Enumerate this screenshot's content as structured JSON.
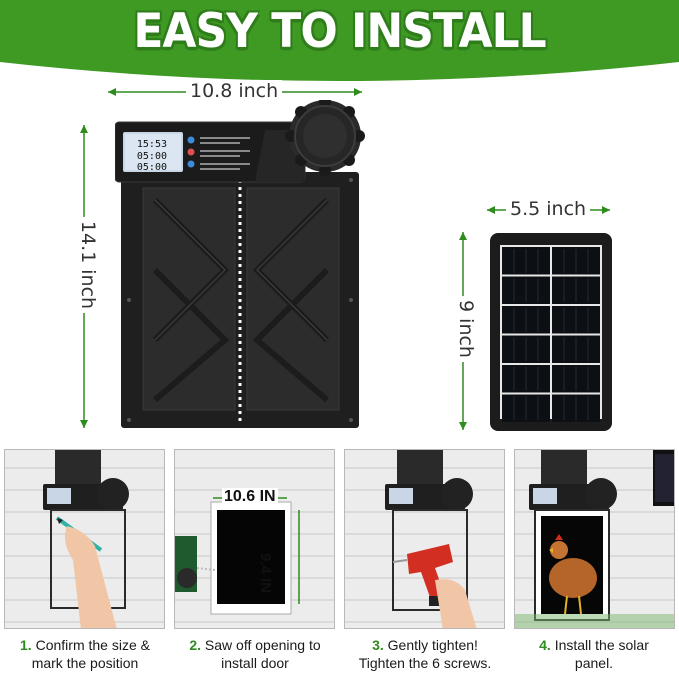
{
  "header": {
    "title": "EASY TO INSTALL",
    "color": "#3f9a24"
  },
  "dimensions": {
    "door_width": "10.8 inch",
    "door_height": "14.1 inch",
    "panel_width": "5.5 inch",
    "panel_height": "9 inch"
  },
  "control_panel": {
    "display_rows": [
      "15:53",
      "05:00",
      "05:00"
    ]
  },
  "steps": [
    {
      "number": "1.",
      "line1": "Confirm the size &",
      "line2": "mark the position"
    },
    {
      "number": "2.",
      "line1": "Saw off opening to",
      "line2": "install door",
      "cut_width": "10.6 IN",
      "cut_height": "9.4 IN"
    },
    {
      "number": "3.",
      "line1": "Gently tighten!",
      "line2": "Tighten the 6 screws."
    },
    {
      "number": "4.",
      "line1": "Install the solar",
      "line2": "panel."
    }
  ],
  "colors": {
    "accent_green": "#2e8b1e",
    "door_body": "#2a2a2a",
    "panel_frame": "#1c1c1c"
  },
  "icons": [
    "pencil-icon",
    "saw-icon",
    "drill-icon",
    "hen-icon",
    "knob-icon",
    "lcd-display-icon"
  ]
}
